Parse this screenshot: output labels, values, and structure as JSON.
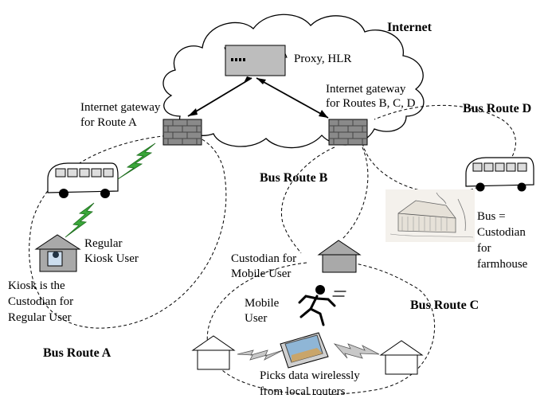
{
  "labels": {
    "internet": "Internet",
    "proxy": "Proxy, HLR",
    "gateway_a_line1": "Internet gateway",
    "gateway_a_line2": "for Route A",
    "gateway_bcd_line1": "Internet gateway",
    "gateway_bcd_line2": "for Routes B, C, D",
    "bus_route_a": "Bus Route A",
    "bus_route_b": "Bus Route B",
    "bus_route_c": "Bus Route C",
    "bus_route_d": "Bus Route D",
    "regular_user_line1": "Regular",
    "regular_user_line2": "Kiosk User",
    "kiosk_custodian_line1": "Kiosk is the",
    "kiosk_custodian_line2": "Custodian for",
    "kiosk_custodian_line3": "Regular User",
    "custodian_mobile_line1": "Custodian for",
    "custodian_mobile_line2": "Mobile User",
    "mobile_user_line1": "Mobile",
    "mobile_user_line2": "User",
    "bus_custodian_line1": "Bus =",
    "bus_custodian_line2": "Custodian",
    "bus_custodian_line3": "for",
    "bus_custodian_line4": "farmhouse",
    "picks_data_line1": "Picks data wirelessly",
    "picks_data_line2": "from local routers"
  },
  "colors": {
    "cloud_stroke": "#000000",
    "server_fill": "#bdbdbd",
    "house_fill": "#a9a9a9",
    "lightning_fill": "#3aa63a",
    "wireless_fill": "#c8c8c8",
    "firewall_fill": "#8a8a8a"
  },
  "icons": [
    "server-icon",
    "firewall-icon",
    "bus-icon",
    "house-icon",
    "lightning-icon",
    "runner-icon",
    "pda-icon",
    "farmhouse-sketch-icon",
    "wireless-signal-icon"
  ]
}
